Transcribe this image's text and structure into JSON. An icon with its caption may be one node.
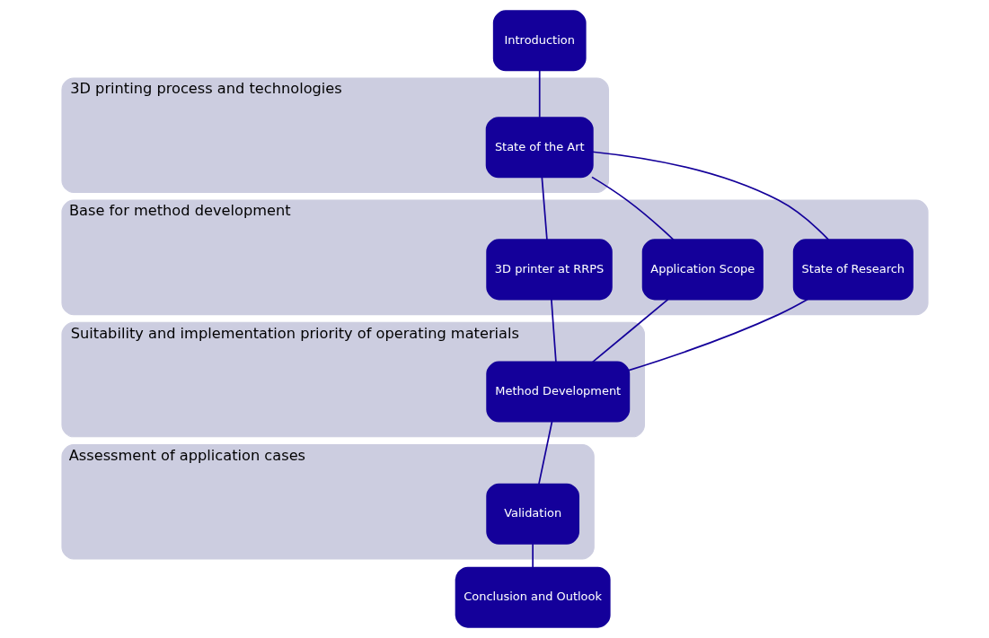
{
  "diagram": {
    "nodes": [
      {
        "text": [
          "Introduction"
        ]
      },
      {
        "text": [
          "3D printing process and technologies"
        ]
      },
      {
        "text": [
          "State of the Art"
        ],
        "in": 1
      },
      {
        "text": [
          "Base for method development"
        ]
      },
      {
        "text": [
          "3D printer at RRPS"
        ],
        "in": 3
      },
      {
        "text": [
          "Application Scope"
        ],
        "in": 3
      },
      {
        "text": [
          "State of Research"
        ],
        "in": 3
      },
      {
        "text": [
          "Suitability and implementation priority of operating materials"
        ]
      },
      {
        "text": [
          "Method Development"
        ],
        "in": 7
      },
      {
        "text": [
          "Assessment of application cases"
        ]
      },
      {
        "text": [
          "Validation"
        ],
        "in": 9
      },
      {
        "text": [
          "Conclusion and Outlook"
        ]
      }
    ],
    "edges": [
      {
        "from": 0,
        "to": 2,
        "arrow": "none"
      },
      {
        "from": 2,
        "to": 4,
        "arrow": "none"
      },
      {
        "from": 2,
        "to": 5,
        "arrow": "none"
      },
      {
        "from": 2,
        "to": 6,
        "arrow": "none"
      },
      {
        "from": 4,
        "to": 8,
        "arrow": "none"
      },
      {
        "from": 5,
        "to": 8,
        "arrow": "none"
      },
      {
        "from": 6,
        "to": 8,
        "arrow": "none"
      },
      {
        "from": 8,
        "to": 10,
        "arrow": "none"
      },
      {
        "from": 10,
        "to": 11,
        "arrow": "none"
      }
    ]
  }
}
